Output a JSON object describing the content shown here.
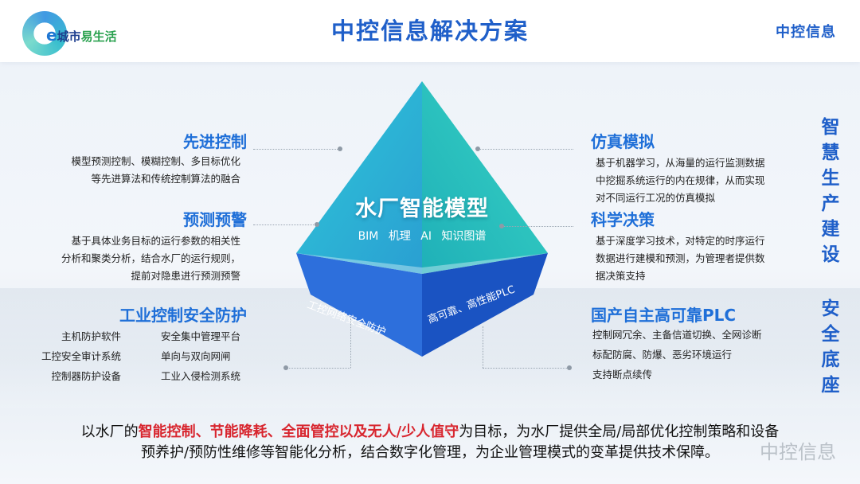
{
  "header": {
    "logo_left": {
      "e": "e",
      "part1": "城市",
      "part2": "易生活"
    },
    "title": "中控信息解决方案",
    "logo_right": "中控信息"
  },
  "center": {
    "title": "水厂智能模型",
    "subtitle": "BIM 机理 AI 知识图谱",
    "base_left": "工控网络安全防护",
    "base_right": "高可靠、高性能PLC",
    "colors": {
      "top_left": "#2fb6d6",
      "top_right": "#25c2bf",
      "base_left": "#2a69d6",
      "base_right": "#1b55c4"
    }
  },
  "left": {
    "advanced": {
      "title": "先进控制",
      "lines": [
        "模型预测控制、模糊控制、多目标优化",
        "等先进算法和传统控制算法的融合"
      ]
    },
    "predict": {
      "title": "预测预警",
      "lines": [
        "基于具体业务目标的运行参数的相关性",
        "分析和聚类分析，结合水厂的运行规则，",
        "提前对隐患进行预测预警"
      ]
    },
    "security": {
      "title": "工业控制安全防护",
      "col1": [
        "主机防护软件",
        "工控安全审计系统",
        "控制器防护设备"
      ],
      "col2": [
        "安全集中管理平台",
        "单向与双向网闸",
        "工业入侵检测系统"
      ]
    }
  },
  "right": {
    "simulation": {
      "title": "仿真模拟",
      "lines": [
        "基于机器学习，从海量的运行监测数据",
        "中挖掘系统运行的内在规律，从而实现",
        "对不同运行工况的仿真模拟"
      ]
    },
    "decision": {
      "title": "科学决策",
      "lines": [
        "基于深度学习技术，对特定的时序运行",
        "数据进行建模和预测，为管理者提供数",
        "据决策支持"
      ]
    },
    "plc": {
      "title": "国产自主高可靠PLC",
      "lines": [
        "控制网冗余、主备信道切换、全网诊断",
        "标配防腐、防爆、恶劣环境运行",
        "支持断点续传"
      ]
    }
  },
  "side_labels": {
    "top": [
      "智",
      "慧",
      "生",
      "产",
      "建",
      "设"
    ],
    "bottom": [
      "安",
      "全",
      "底",
      "座"
    ]
  },
  "bottom": {
    "p1": "以水厂的",
    "hl": "智能控制、节能降耗、全面管控以及无人/少人值守",
    "p2": "为目标，为水厂提供全局/局部优化控制策略和设备",
    "p3": "预养护/预防性维修等智能化分析，结合数字化管理，为企业管理模式的变革提供技术保障。"
  },
  "watermark": "中控信息"
}
